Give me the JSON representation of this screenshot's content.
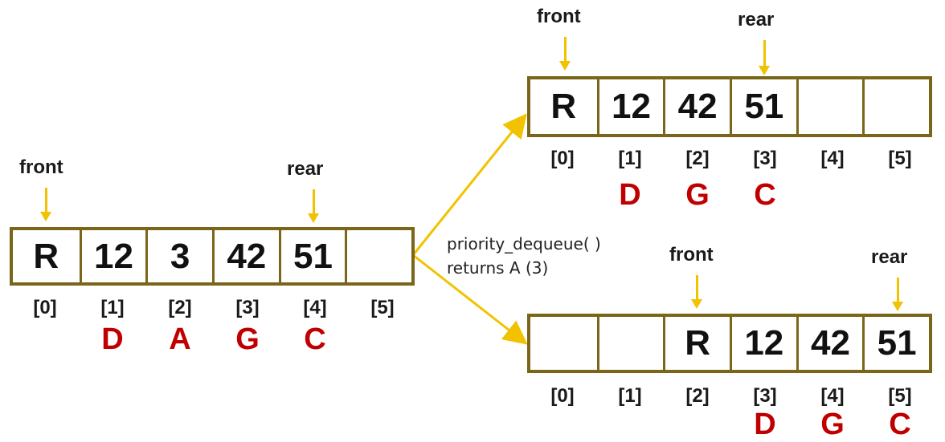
{
  "left": {
    "front_label": "front",
    "rear_label": "rear",
    "cells": [
      "R",
      "12",
      "3",
      "42",
      "51",
      ""
    ],
    "indices": [
      "[0]",
      "[1]",
      "[2]",
      "[3]",
      "[4]",
      "[5]"
    ],
    "tags": [
      "",
      "D",
      "A",
      "G",
      "C",
      ""
    ]
  },
  "operation": {
    "line1": "priority_dequeue( )",
    "line2": "returns A (3)"
  },
  "top_right": {
    "front_label": "front",
    "rear_label": "rear",
    "cells": [
      "R",
      "12",
      "42",
      "51",
      "",
      ""
    ],
    "indices": [
      "[0]",
      "[1]",
      "[2]",
      "[3]",
      "[4]",
      "[5]"
    ],
    "tags": [
      "",
      "D",
      "G",
      "C",
      "",
      ""
    ]
  },
  "bottom_right": {
    "front_label": "front",
    "rear_label": "rear",
    "cells": [
      "",
      "",
      "R",
      "12",
      "42",
      "51"
    ],
    "indices": [
      "[0]",
      "[1]",
      "[2]",
      "[3]",
      "[4]",
      "[5]"
    ],
    "tags": [
      "",
      "",
      "",
      "D",
      "G",
      "C"
    ]
  },
  "colors": {
    "border": "#7a6518",
    "arrow": "#f2c200",
    "tag": "#c00000"
  }
}
